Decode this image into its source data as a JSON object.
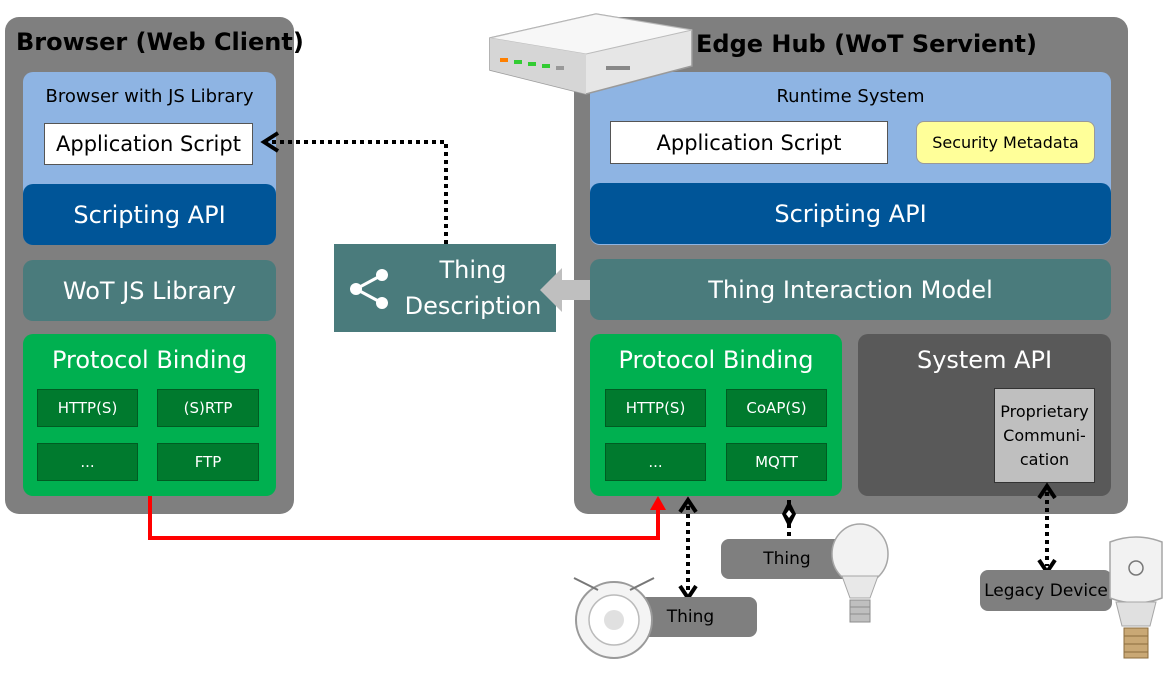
{
  "browser": {
    "title": "Browser (Web Client)",
    "runtime_label": "Browser with JS Library",
    "app_script": "Application Script",
    "scripting_api": "Scripting API",
    "wot_lib": "WoT JS Library",
    "protocol_binding": "Protocol Binding",
    "protocols": [
      "HTTP(S)",
      "(S)RTP",
      "...",
      "FTP"
    ]
  },
  "td": {
    "line1": "Thing",
    "line2": "Description",
    "icon": "share-icon"
  },
  "edge": {
    "title": "Edge Hub (WoT Servient)",
    "runtime_label": "Runtime System",
    "app_script": "Application Script",
    "security": "Security Metadata",
    "scripting_api": "Scripting API",
    "interaction_model": "Thing Interaction Model",
    "protocol_binding": "Protocol Binding",
    "protocols": [
      "HTTP(S)",
      "CoAP(S)",
      "...",
      "MQTT"
    ],
    "system_api": "System API",
    "proprietary": [
      "Proprietary",
      "Communi-",
      "cation"
    ]
  },
  "devices": {
    "thing_robot": "Thing",
    "thing_bulb": "Thing",
    "legacy": "Legacy Device"
  },
  "colors": {
    "panel": "#7f7f7f",
    "light_blue": "#8eb4e3",
    "dark_blue": "#005598",
    "teal": "#4a7b7c",
    "green": "#00b050",
    "dark_green": "#007a2e",
    "red_arrow": "#ff0000",
    "security_yellow": "#ffff99"
  }
}
